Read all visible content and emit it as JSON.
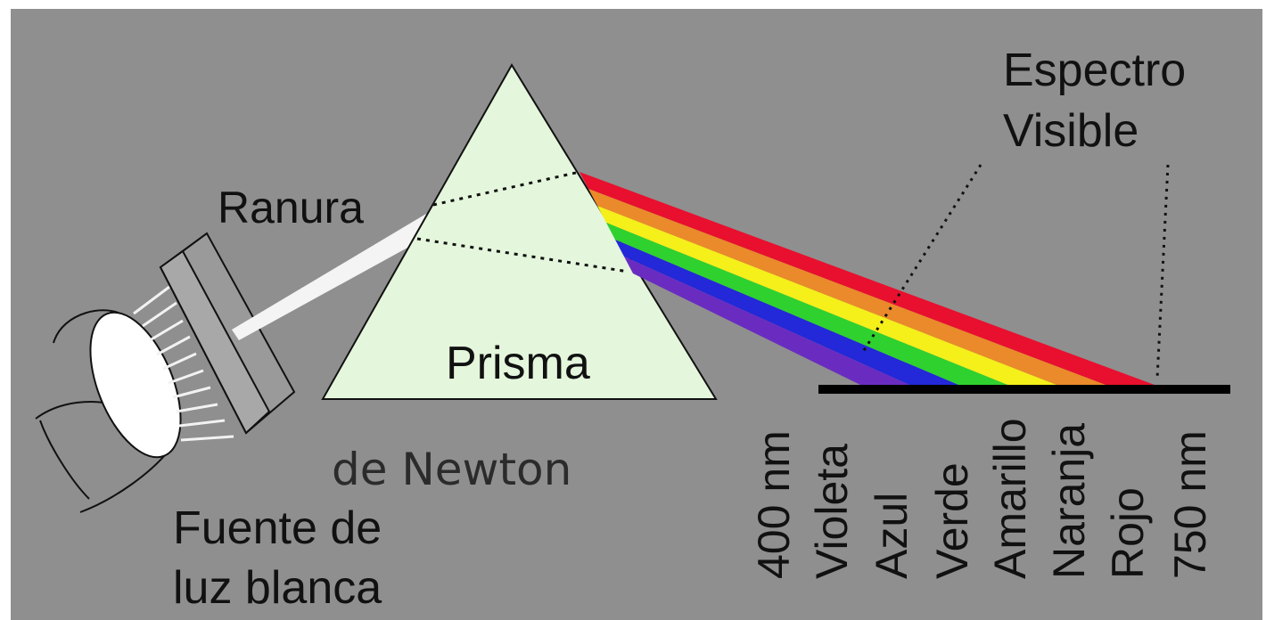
{
  "colors": {
    "background": "#8f8f8f",
    "prism_fill": "#e4f6dc",
    "bar": "#000000",
    "red": "#e8102e",
    "orange": "#ea8a2a",
    "yellow": "#f5ef1a",
    "green": "#2fd12f",
    "blue": "#2328d8",
    "violet": "#6a2cc0"
  },
  "labels": {
    "ranura": "Ranura",
    "prisma": "Prisma",
    "de_newton": "de Newton",
    "fuente_line1": "Fuente de",
    "fuente_line2": "luz blanca",
    "espectro_line1": "Espectro",
    "espectro_line2": "Visible"
  },
  "spectrum_scale": [
    {
      "key": "nm400",
      "text": "400 nm"
    },
    {
      "key": "violeta",
      "text": "Violeta"
    },
    {
      "key": "azul",
      "text": "Azul"
    },
    {
      "key": "verde",
      "text": "Verde"
    },
    {
      "key": "amarillo",
      "text": "Amarillo"
    },
    {
      "key": "naranja",
      "text": "Naranja"
    },
    {
      "key": "rojo",
      "text": "Rojo"
    },
    {
      "key": "nm750",
      "text": "750 nm"
    }
  ]
}
